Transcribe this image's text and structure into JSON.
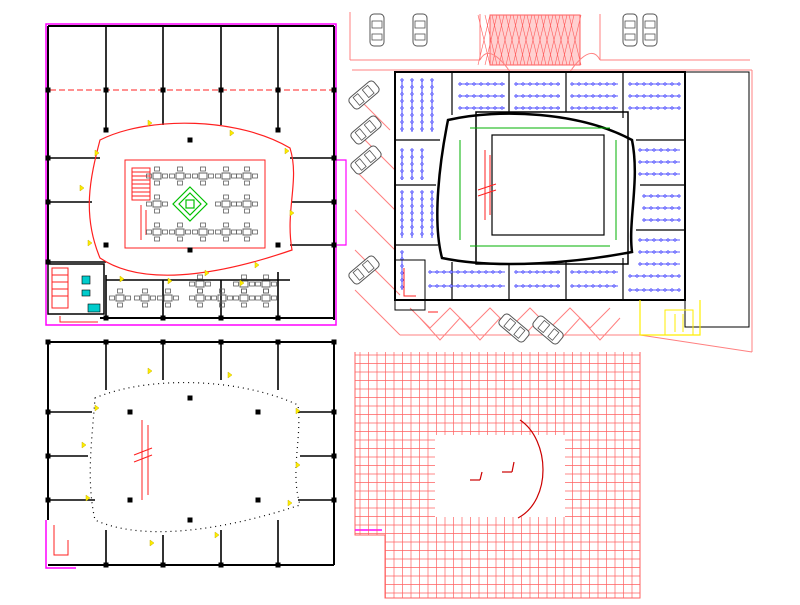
{
  "drawing": {
    "sheet": "cad-floor-plan-sheet",
    "panels": [
      "upper-left-floor-plan",
      "lower-left-floor-plan",
      "site-plan",
      "plaza-grid-plan"
    ],
    "labels": []
  },
  "colors": {
    "background": "#ffffff",
    "wall": "#000000",
    "boundary": "#ff00ff",
    "red_lines": "#ff2020",
    "site_lines": "#ff8080",
    "grid": "#ff6060",
    "furniture": "#606060",
    "table_accent": "#00c000",
    "lighting": "#2020ff",
    "lighting_fill": "#9999ff",
    "yellow_marks": "#ffee00",
    "cyan_fixture": "#00cccc",
    "green_dots": "#00b000"
  },
  "symbols": {
    "car": "car-icon",
    "stair": "stair-icon",
    "table_group": "table-chairs-icon",
    "door_arc": "door-swing-icon"
  }
}
